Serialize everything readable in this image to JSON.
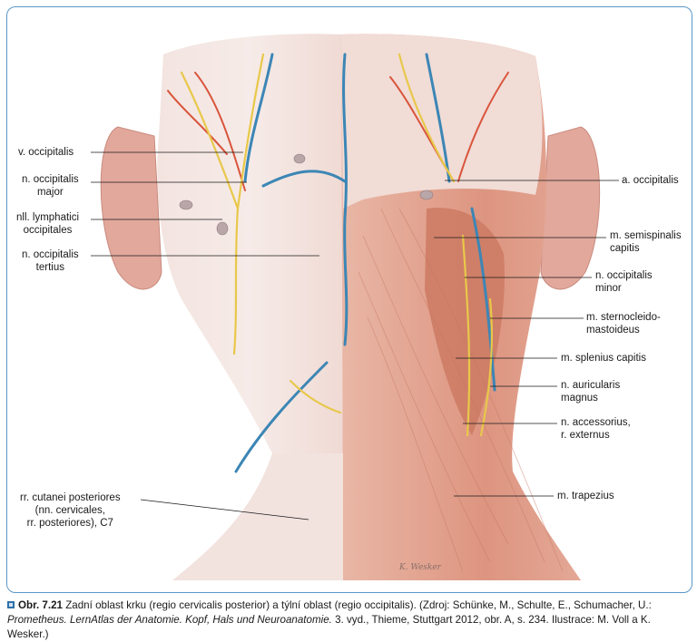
{
  "labels_left": [
    {
      "id": "v-occipitalis",
      "text": "v. occipitalis"
    },
    {
      "id": "n-occipitalis-major",
      "text": "n. occipitalis\nmajor"
    },
    {
      "id": "nll-lymphatici",
      "text": "nll. lymphatici\noccipitales"
    },
    {
      "id": "n-occipitalis-tertius",
      "text": "n. occipitalis\ntertius"
    },
    {
      "id": "rr-cutanei",
      "text": "rr. cutanei posteriores\n(nn. cervicales,\nrr. posteriores), C7"
    }
  ],
  "labels_right": [
    {
      "id": "a-occipitalis",
      "text": "a. occipitalis"
    },
    {
      "id": "m-semispinalis",
      "text": "m. semispinalis\ncapitis"
    },
    {
      "id": "n-occipitalis-minor",
      "text": "n. occipitalis\nminor"
    },
    {
      "id": "m-sternocleido",
      "text": "m. sternocleido-\nmastoideus"
    },
    {
      "id": "m-splenius",
      "text": "m. splenius capitis"
    },
    {
      "id": "n-auricularis",
      "text": "n. auricularis\nmagnus"
    },
    {
      "id": "n-accessorius",
      "text": "n. accessorius,\nr. externus"
    },
    {
      "id": "m-trapezius",
      "text": "m. trapezius"
    }
  ],
  "caption": {
    "figure_no": "Obr. 7.21",
    "text1": " Zadní oblast krku (regio cervicalis posterior) a týlní oblast (regio occipitalis). (Zdroj: Schünke, M., Schulte, E., Schumacher, U.: ",
    "book_title": "Prometheus. LernAtlas der Anatomie. Kopf, Hals und Neuroanatomie.",
    "text2": " 3. vyd., Thieme, Stuttgart 2012, obr. A, s. 234. Ilustrace: M. Voll a K. Wesker.)"
  },
  "signature": "K. Wesker",
  "colors": {
    "frame": "#5a97c8",
    "skin": "#f2ddd8",
    "muscle": "#d98e7a",
    "nerve": "#e8c84a",
    "vein": "#3c86b5",
    "artery": "#d9553c"
  }
}
